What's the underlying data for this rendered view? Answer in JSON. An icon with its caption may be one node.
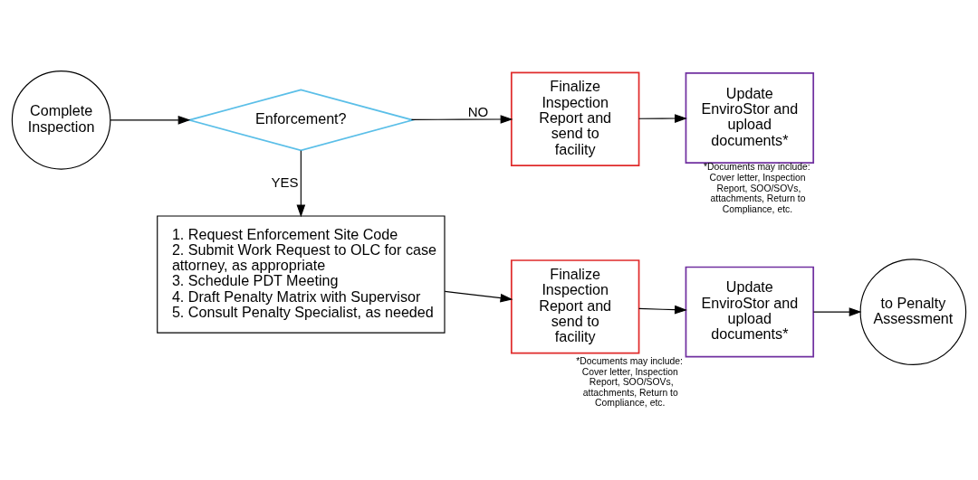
{
  "diagram": {
    "nodes": [
      {
        "text": [
          "Complete Inspection"
        ]
      },
      {
        "text": [
          "Enforcement?"
        ]
      },
      {
        "text": [
          "Finalize Inspection Report and send to facility"
        ]
      },
      {
        "text": [
          "Update EnviroStor and upload documents*"
        ],
        "beside": [
          "*Documents may include: Cover letter, Inspection Report, SOO/SOVs, attachments, Return to Compliance, etc."
        ]
      },
      {
        "text": [
          "1. Request Enforcement Site Code",
          "2. Submit Work Request to OLC for case attorney, as appropriate",
          "3. Schedule PDT Meeting",
          "4. Draft Penalty Matrix with Supervisor",
          "5. Consult Penalty Specialist, as needed"
        ]
      },
      {
        "text": [
          "Finalize Inspection Report and send to facility"
        ]
      },
      {
        "text": [
          "Update EnviroStor and upload documents*"
        ],
        "beside": [
          "*Documents may include: Cover letter, Inspection Report, SOO/SOVs, attachments, Return to Compliance, etc."
        ]
      },
      {
        "text": [
          "to Penalty Assessment"
        ]
      }
    ],
    "edges": [
      {
        "from": 0,
        "to": 1,
        "arrow": "to"
      },
      {
        "from": 1,
        "to": 2,
        "arrow": "to",
        "label": "NO"
      },
      {
        "from": 2,
        "to": 3,
        "arrow": "to"
      },
      {
        "from": 1,
        "to": 4,
        "arrow": "to",
        "label": "YES"
      },
      {
        "from": 4,
        "to": 5,
        "arrow": "to"
      },
      {
        "from": 5,
        "to": 6,
        "arrow": "to"
      },
      {
        "from": 6,
        "to": 7,
        "arrow": "to"
      }
    ]
  }
}
